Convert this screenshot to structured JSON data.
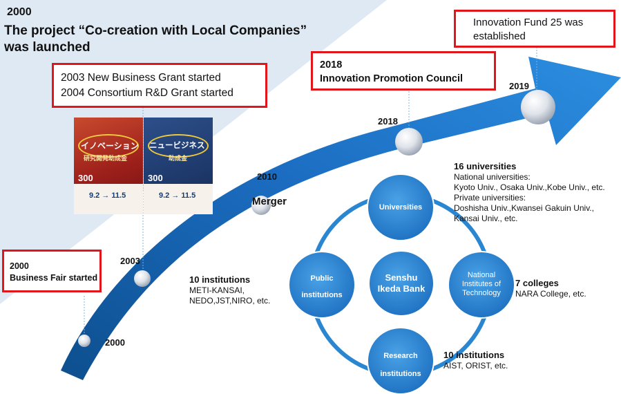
{
  "header": {
    "year": "2000",
    "line1": "The project “Co-creation with Local Companies”",
    "line2": "was launched"
  },
  "callouts": {
    "grants_line1": "2003 New Business Grant started",
    "grants_line2": "2004 Consortium R&D Grant started",
    "council_year": "2018",
    "council_name": "Innovation Promotion Council",
    "fund_line1": "Innovation Fund 25 was",
    "fund_line2": "established",
    "fair_year": "2000",
    "fair_name": "Business Fair started"
  },
  "timeline": {
    "y2000": "2000",
    "y2003": "2003",
    "y2010": "2010",
    "merger": "Merger",
    "y2018": "2018",
    "y2019": "2019"
  },
  "posters": {
    "left": {
      "title_jp": "イノベーション",
      "subtitle_jp": "研究開発助成金",
      "amount": "300",
      "dates": "9.2 → 11.5"
    },
    "right": {
      "title_jp": "ニュービジネス",
      "subtitle_jp": "助成金",
      "amount": "300",
      "dates": "9.2 → 11.5"
    }
  },
  "network": {
    "center_line1": "Senshu",
    "center_line2": "Ikeda Bank",
    "universities": "Universities",
    "public_line1": "Public",
    "public_line2": "institutions",
    "nit_line1": "National",
    "nit_line2": "Institutes of",
    "nit_line3": "Technology",
    "research_line1": "Research",
    "research_line2": "institutions"
  },
  "descriptions": {
    "universities": {
      "title": "16 universities",
      "line1": "National universities:",
      "line2": "Kyoto Univ., Osaka Univ.,Kobe Univ., etc.",
      "line3": "Private universities:",
      "line4": "Doshisha Univ.,Kwansei Gakuin Univ.,",
      "line5": "Kansai Univ., etc."
    },
    "public": {
      "title": "10 institutions",
      "line1": "METI-KANSAI,",
      "line2": "NEDO,JST,NIRO, etc."
    },
    "colleges": {
      "title": "7 colleges",
      "line1": "NARA College, etc."
    },
    "research": {
      "title": "10 institutions",
      "line1": "AIST, ORIST, etc."
    }
  },
  "colors": {
    "accent_blue": "#1f78c8",
    "callout_red": "#e0161b",
    "node_blue": "#2a86d1"
  }
}
